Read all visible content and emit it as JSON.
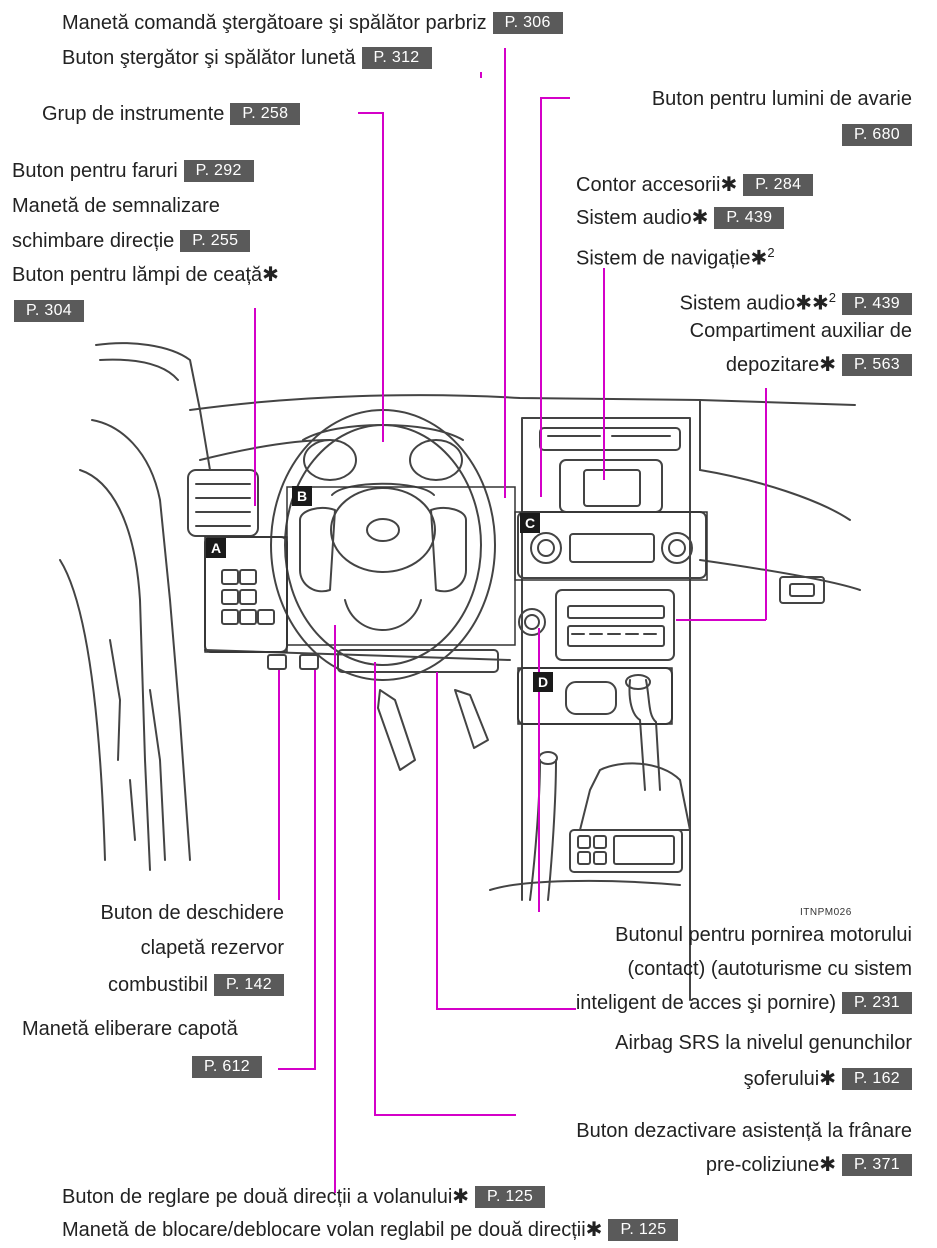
{
  "labels": {
    "wiper_lever": {
      "text": "Manetă comandă ştergătoare şi spălător parbriz",
      "page": "P. 306"
    },
    "rear_wiper": {
      "text": "Buton ştergător şi spălător lunetă",
      "page": "P. 312"
    },
    "instrument_cluster": {
      "text": "Grup de instrumente",
      "page": "P. 258"
    },
    "headlight": {
      "text": "Buton pentru faruri",
      "page": "P. 292"
    },
    "turn_signal_1": {
      "text": "Manetă de semnalizare"
    },
    "turn_signal_2": {
      "text": "schimbare direcție",
      "page": "P. 255"
    },
    "fog_lamp": {
      "text": "Buton pentru lămpi de ceață",
      "star": "✱",
      "page": "P. 304"
    },
    "hazard": {
      "text": "Buton pentru lumini de avarie",
      "page": "P. 680"
    },
    "accessory_meter": {
      "text": "Contor accesorii",
      "star": "✱",
      "page": "P. 284"
    },
    "audio_1": {
      "text": "Sistem audio",
      "star": "✱",
      "page": "P. 439"
    },
    "navigation": {
      "text": "Sistem de navigație",
      "star": "✱",
      "sup": "2"
    },
    "audio_2": {
      "text": "Sistem audio",
      "star": "✱",
      "star2": "✱",
      "sup": "2",
      "page": "P. 439"
    },
    "aux_box_1": {
      "text": "Compartiment auxiliar de"
    },
    "aux_box_2": {
      "text": "depozitare",
      "star": "✱",
      "page": "P. 563"
    },
    "fuel_door_1": {
      "text": "Buton de deschidere"
    },
    "fuel_door_2": {
      "text": "clapetă rezervor"
    },
    "fuel_door_3": {
      "text": "combustibil",
      "page": "P. 142"
    },
    "hood_release": {
      "text": "Manetă eliberare capotă",
      "page": "P. 612"
    },
    "engine_switch_1": {
      "text": "Butonul pentru pornirea motorului"
    },
    "engine_switch_2": {
      "text": "(contact)  (autoturisme cu sistem"
    },
    "engine_switch_3": {
      "text": "inteligent de acces şi pornire)",
      "page": "P. 231"
    },
    "knee_airbag_1": {
      "text": "Airbag SRS la nivelul genunchilor"
    },
    "knee_airbag_2": {
      "text": "şoferului",
      "star": "✱",
      "page": "P. 162"
    },
    "pcs_off_1": {
      "text": "Buton dezactivare asistență la frânare"
    },
    "pcs_off_2": {
      "text": "pre-coliziune",
      "star": "✱",
      "page": "P. 371"
    },
    "tilt_switch": {
      "text": "Buton de reglare pe două direcții a volanului",
      "star": "✱",
      "page": "P. 125"
    },
    "tilt_lever": {
      "text": "Manetă de blocare/deblocare volan reglabil pe două direcții",
      "star": "✱",
      "page": "P. 125"
    }
  },
  "badges": {
    "a": "A",
    "b": "B",
    "c": "C",
    "d": "D"
  },
  "image_code": "ITNPM026",
  "colors": {
    "leader": "#d400c8",
    "page_box": "#5a5a5a",
    "badge": "#1a1a1a"
  }
}
